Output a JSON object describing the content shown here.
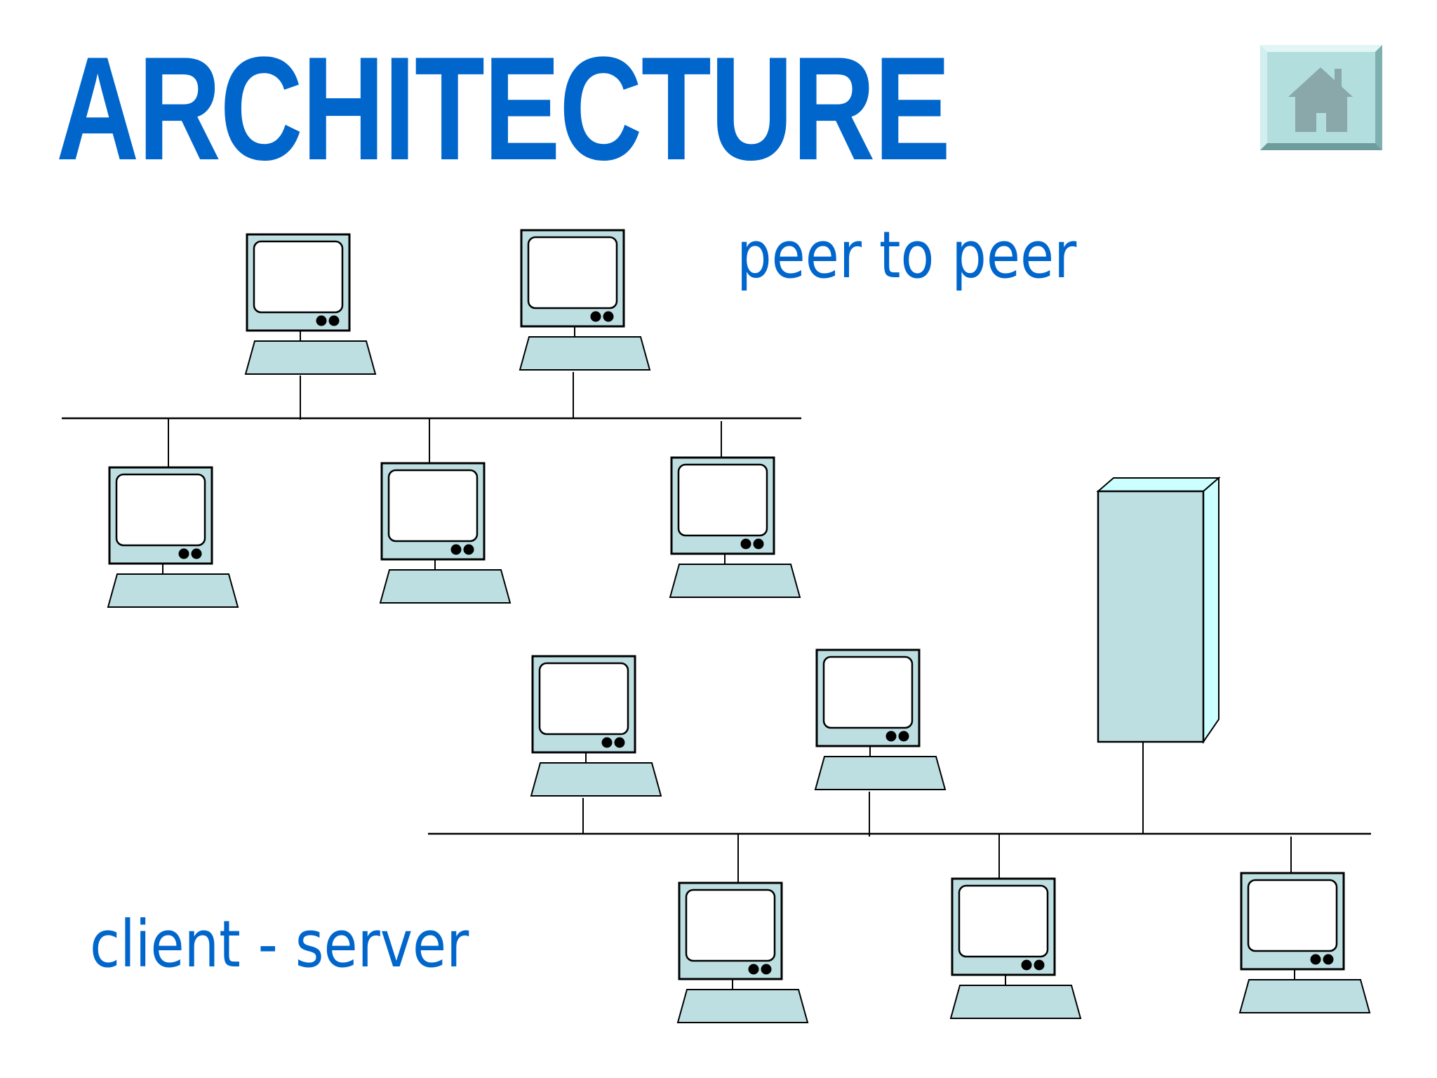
{
  "title": "ARCHITECTURE",
  "labels": {
    "peer_to_peer": "peer to peer",
    "client_server": "client - server"
  },
  "icons": {
    "home": "home-icon",
    "computer": "computer-icon",
    "server": "server-icon"
  },
  "colors": {
    "title": "#0066cc",
    "label": "#0066cc",
    "device_fill": "#bddfe2",
    "server_side": "#ccffff",
    "home_button": "#b3dede",
    "line": "#000000"
  },
  "networks": {
    "peer_to_peer": {
      "computers": 5
    },
    "client_server": {
      "computers": 5,
      "servers": 1
    }
  }
}
